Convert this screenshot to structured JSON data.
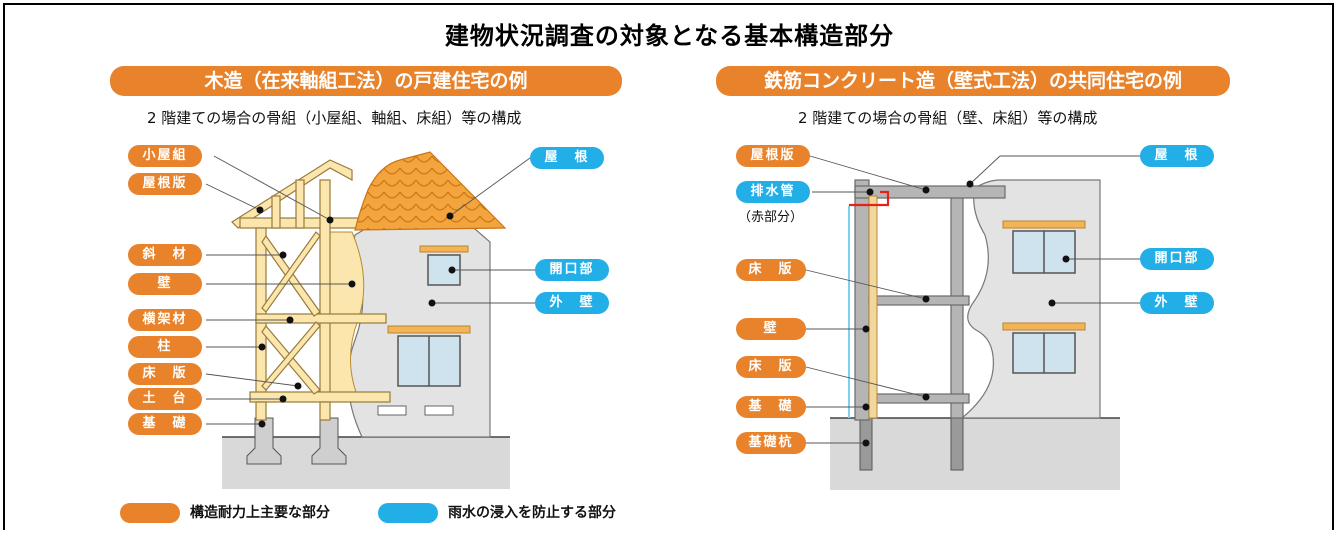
{
  "title": "建物状況調査の対象となる基本構造部分",
  "left": {
    "banner": "木造（在来軸組工法）の戸建住宅の例",
    "subtitle": "2 階建ての場合の骨組（小屋組、軸組、床組）等の構成",
    "labels_orange": [
      "小屋組",
      "屋根版",
      "斜　材",
      "壁",
      "横架材",
      "柱",
      "床　版",
      "土　台",
      "基　礎"
    ],
    "labels_blue": [
      "屋　根",
      "開口部",
      "外　壁"
    ]
  },
  "right": {
    "banner": "鉄筋コンクリート造（壁式工法）の共同住宅の例",
    "subtitle": "2 階建ての場合の骨組（壁、床組）等の構成",
    "labels_orange": [
      "屋根版",
      "床　版",
      "壁",
      "床　版",
      "基　礎",
      "基礎杭"
    ],
    "drain_label": "排水管",
    "drain_note": "（赤部分）",
    "labels_blue": [
      "屋　根",
      "開口部",
      "外　壁"
    ]
  },
  "legend": {
    "orange": "構造耐力上主要な部分",
    "blue": "雨水の浸入を防止する部分"
  },
  "colors": {
    "orange": "#e8822b",
    "blue": "#22aee6",
    "roof": "#f3a43c"
  }
}
